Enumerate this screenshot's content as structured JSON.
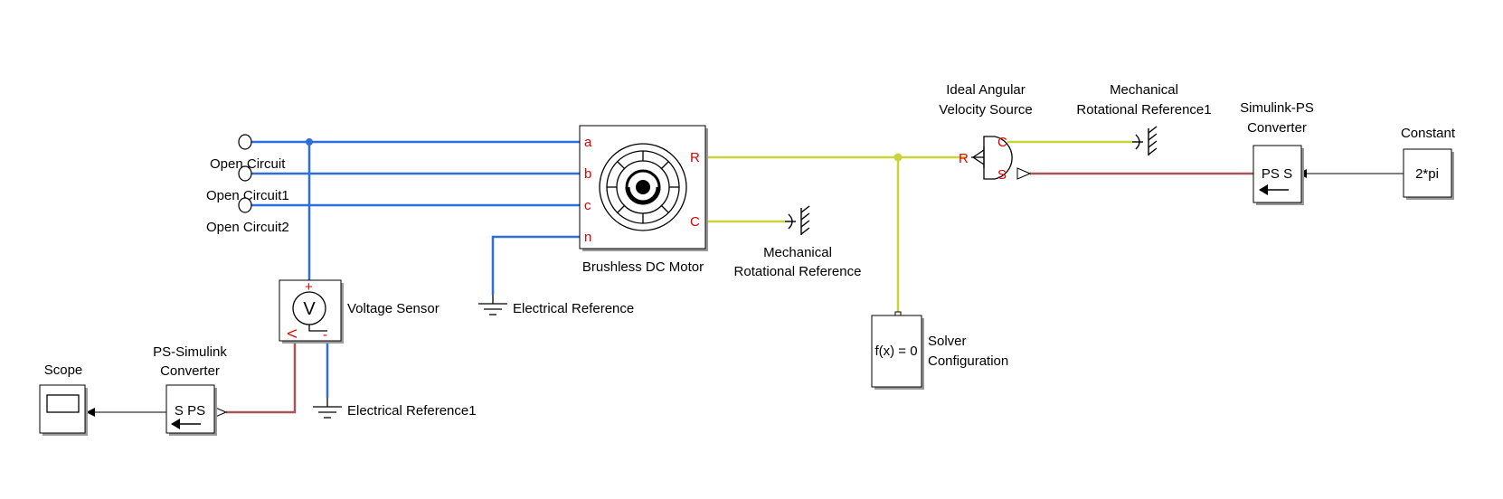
{
  "blocks": {
    "open_circuit": "Open Circuit",
    "open_circuit1": "Open Circuit1",
    "open_circuit2": "Open Circuit2",
    "motor": "Brushless DC Motor",
    "motor_ports": {
      "a": "a",
      "b": "b",
      "c": "c",
      "n": "n",
      "R": "R",
      "C": "C"
    },
    "mech_ref": [
      "Mechanical",
      "Rotational Reference"
    ],
    "mech_ref1": [
      "Mechanical",
      "Rotational Reference1"
    ],
    "velocity_source": [
      "Ideal Angular",
      "Velocity Source"
    ],
    "velocity_ports": {
      "R": "R",
      "C": "C",
      "S": "S"
    },
    "simulink_ps": [
      "Simulink-PS",
      "Converter"
    ],
    "simulink_ps_text": "PS S",
    "constant": "Constant",
    "constant_value": "2*pi",
    "solver": [
      "Solver",
      "Configuration"
    ],
    "solver_text": "f(x) = 0",
    "elec_ref": "Electrical Reference",
    "elec_ref1": "Electrical Reference1",
    "voltage_sensor": "Voltage Sensor",
    "voltage_symbol": "V",
    "voltage_ports": {
      "plus": "+",
      "minus": "-",
      "v": "V"
    },
    "ps_simulink": [
      "PS-Simulink",
      "Converter"
    ],
    "ps_simulink_text": "S PS",
    "scope": "Scope"
  },
  "colors": {
    "electrical_wire": "#2f6fd8",
    "mechanical_wire": "#c9d43a",
    "physical_signal_wire": "#a8545c",
    "signal_wire": "#000000",
    "port_label": "#e00000"
  }
}
